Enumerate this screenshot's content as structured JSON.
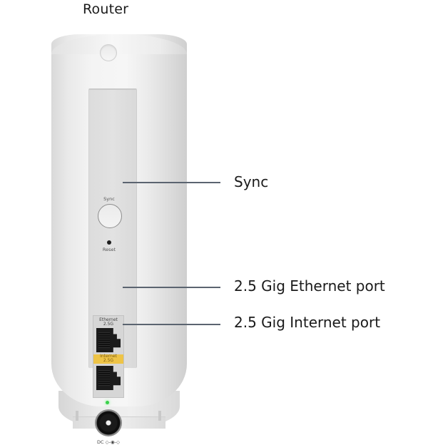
{
  "title": "Router",
  "device": {
    "sync_button_label": "Sync",
    "reset_label": "Reset",
    "ethernet_port_label_line1": "Ethernet",
    "ethernet_port_label_line2": "2.5G",
    "internet_port_label_line1": "Internet",
    "internet_port_label_line2": "2.5G",
    "dc_label": "DC ◇-◉-◇",
    "colors": {
      "internet_label_bg": "#eec447",
      "led": "#3ad14a",
      "leader_line": "#5b6470"
    }
  },
  "callouts": [
    {
      "label": "Sync"
    },
    {
      "label": "2.5 Gig Ethernet port"
    },
    {
      "label": "2.5 Gig Internet port"
    }
  ]
}
